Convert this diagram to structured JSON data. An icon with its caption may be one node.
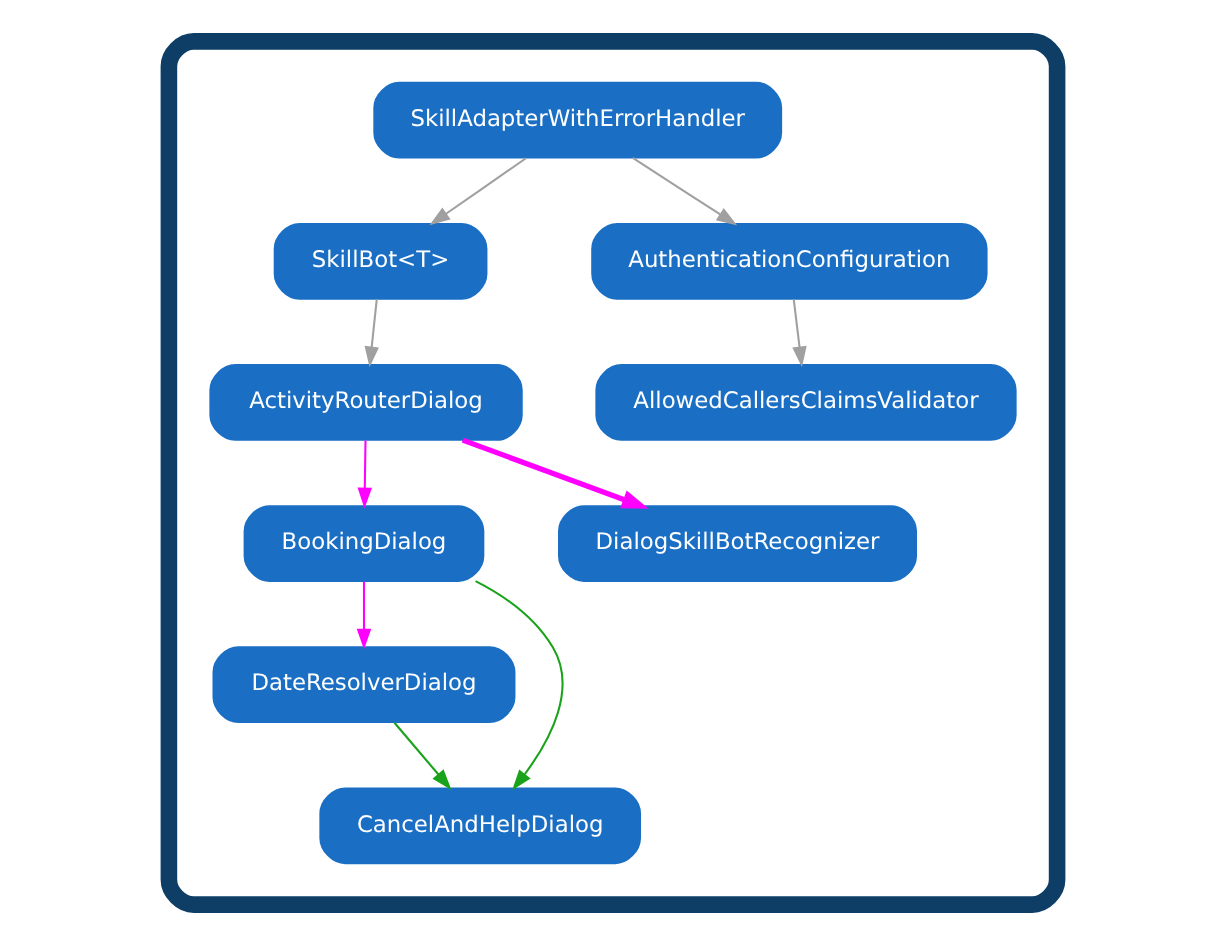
{
  "diagram": {
    "nodes": [
      {
        "text": [],
        "shape": "box"
      },
      {
        "text": [
          "SkillAdapterWithErrorHandler"
        ],
        "in": 0
      },
      {
        "text": [
          "SkillBot<T>"
        ],
        "in": 0
      },
      {
        "text": [
          "AuthenticationConfiguration"
        ],
        "in": 0
      },
      {
        "text": [
          "ActivityRouterDialog"
        ],
        "in": 0
      },
      {
        "text": [
          "AllowedCallersClaimsValidator"
        ],
        "in": 0
      },
      {
        "text": [
          "BookingDialog"
        ],
        "in": 0
      },
      {
        "text": [
          "DialogSkillBotRecognizer"
        ],
        "in": 0
      },
      {
        "text": [
          "DateResolverDialog"
        ],
        "in": 0
      },
      {
        "text": [
          "CancelAndHelpDialog"
        ],
        "in": 0
      }
    ],
    "edges": [
      {
        "from": 1,
        "to": 2,
        "arrow": "to"
      },
      {
        "from": 1,
        "to": 3,
        "arrow": "to"
      },
      {
        "from": 2,
        "to": 4,
        "arrow": "to"
      },
      {
        "from": 3,
        "to": 5,
        "arrow": "to"
      },
      {
        "from": 4,
        "to": 6,
        "arrow": "to",
        "color": "#ff00ff"
      },
      {
        "from": 4,
        "to": 7,
        "arrow": "to",
        "color": "#ff00ff",
        "style": "thick"
      },
      {
        "from": 6,
        "to": 8,
        "arrow": "to",
        "color": "#ff00ff"
      },
      {
        "from": 6,
        "to": 9,
        "arrow": "to",
        "color": "#1aa31a"
      },
      {
        "from": 8,
        "to": 9,
        "arrow": "to",
        "color": "#1aa31a"
      }
    ]
  }
}
